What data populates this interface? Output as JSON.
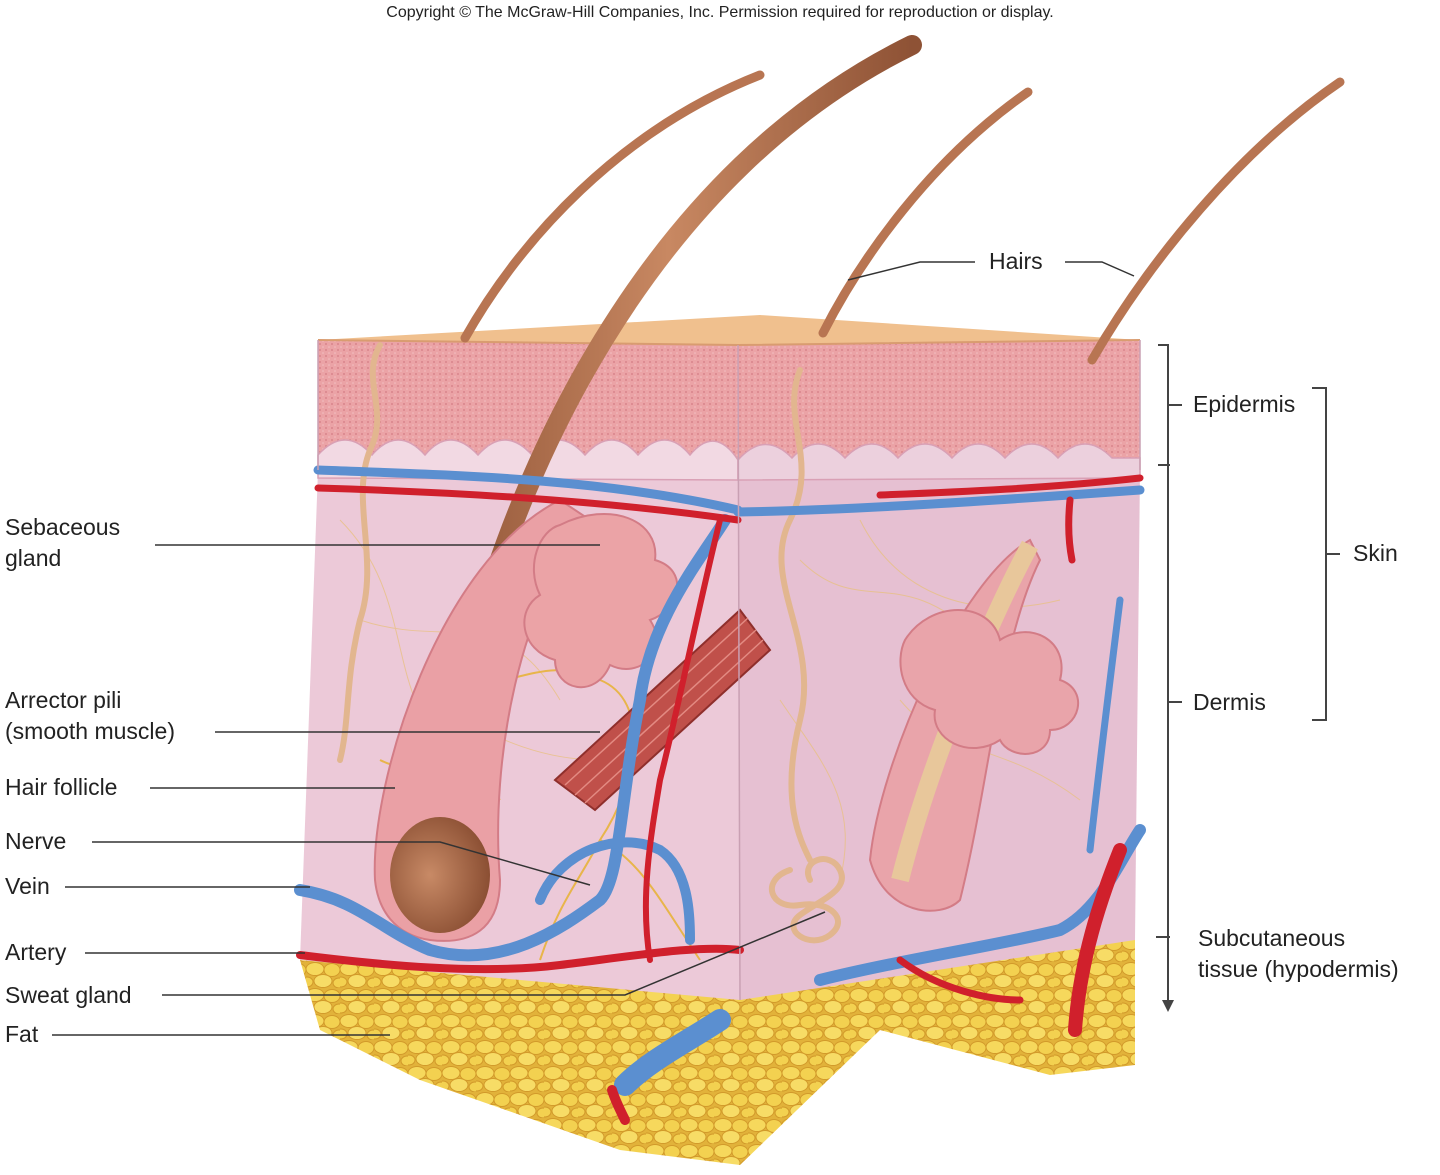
{
  "copyright": "Copyright © The McGraw-Hill Companies, Inc. Permission required for reproduction or display.",
  "labels": {
    "hairs": "Hairs",
    "epidermis": "Epidermis",
    "skin": "Skin",
    "dermis": "Dermis",
    "subcutaneous_1": "Subcutaneous",
    "subcutaneous_2": "tissue (hypodermis)",
    "sebaceous_1": "Sebaceous",
    "sebaceous_2": "gland",
    "arrector_1": "Arrector pili",
    "arrector_2": "(smooth muscle)",
    "hair_follicle": "Hair follicle",
    "nerve": "Nerve",
    "vein": "Vein",
    "artery": "Artery",
    "sweat_gland": "Sweat gland",
    "fat": "Fat"
  },
  "colors": {
    "epidermis_top": "#f0c08e",
    "epidermis": "#eba3a6",
    "dermis": "#ecc9d8",
    "fat": "#f3d153",
    "vein": "#5b8fd0",
    "artery": "#d0202c",
    "hair": "#b87552",
    "nerve": "#e8b54a"
  }
}
